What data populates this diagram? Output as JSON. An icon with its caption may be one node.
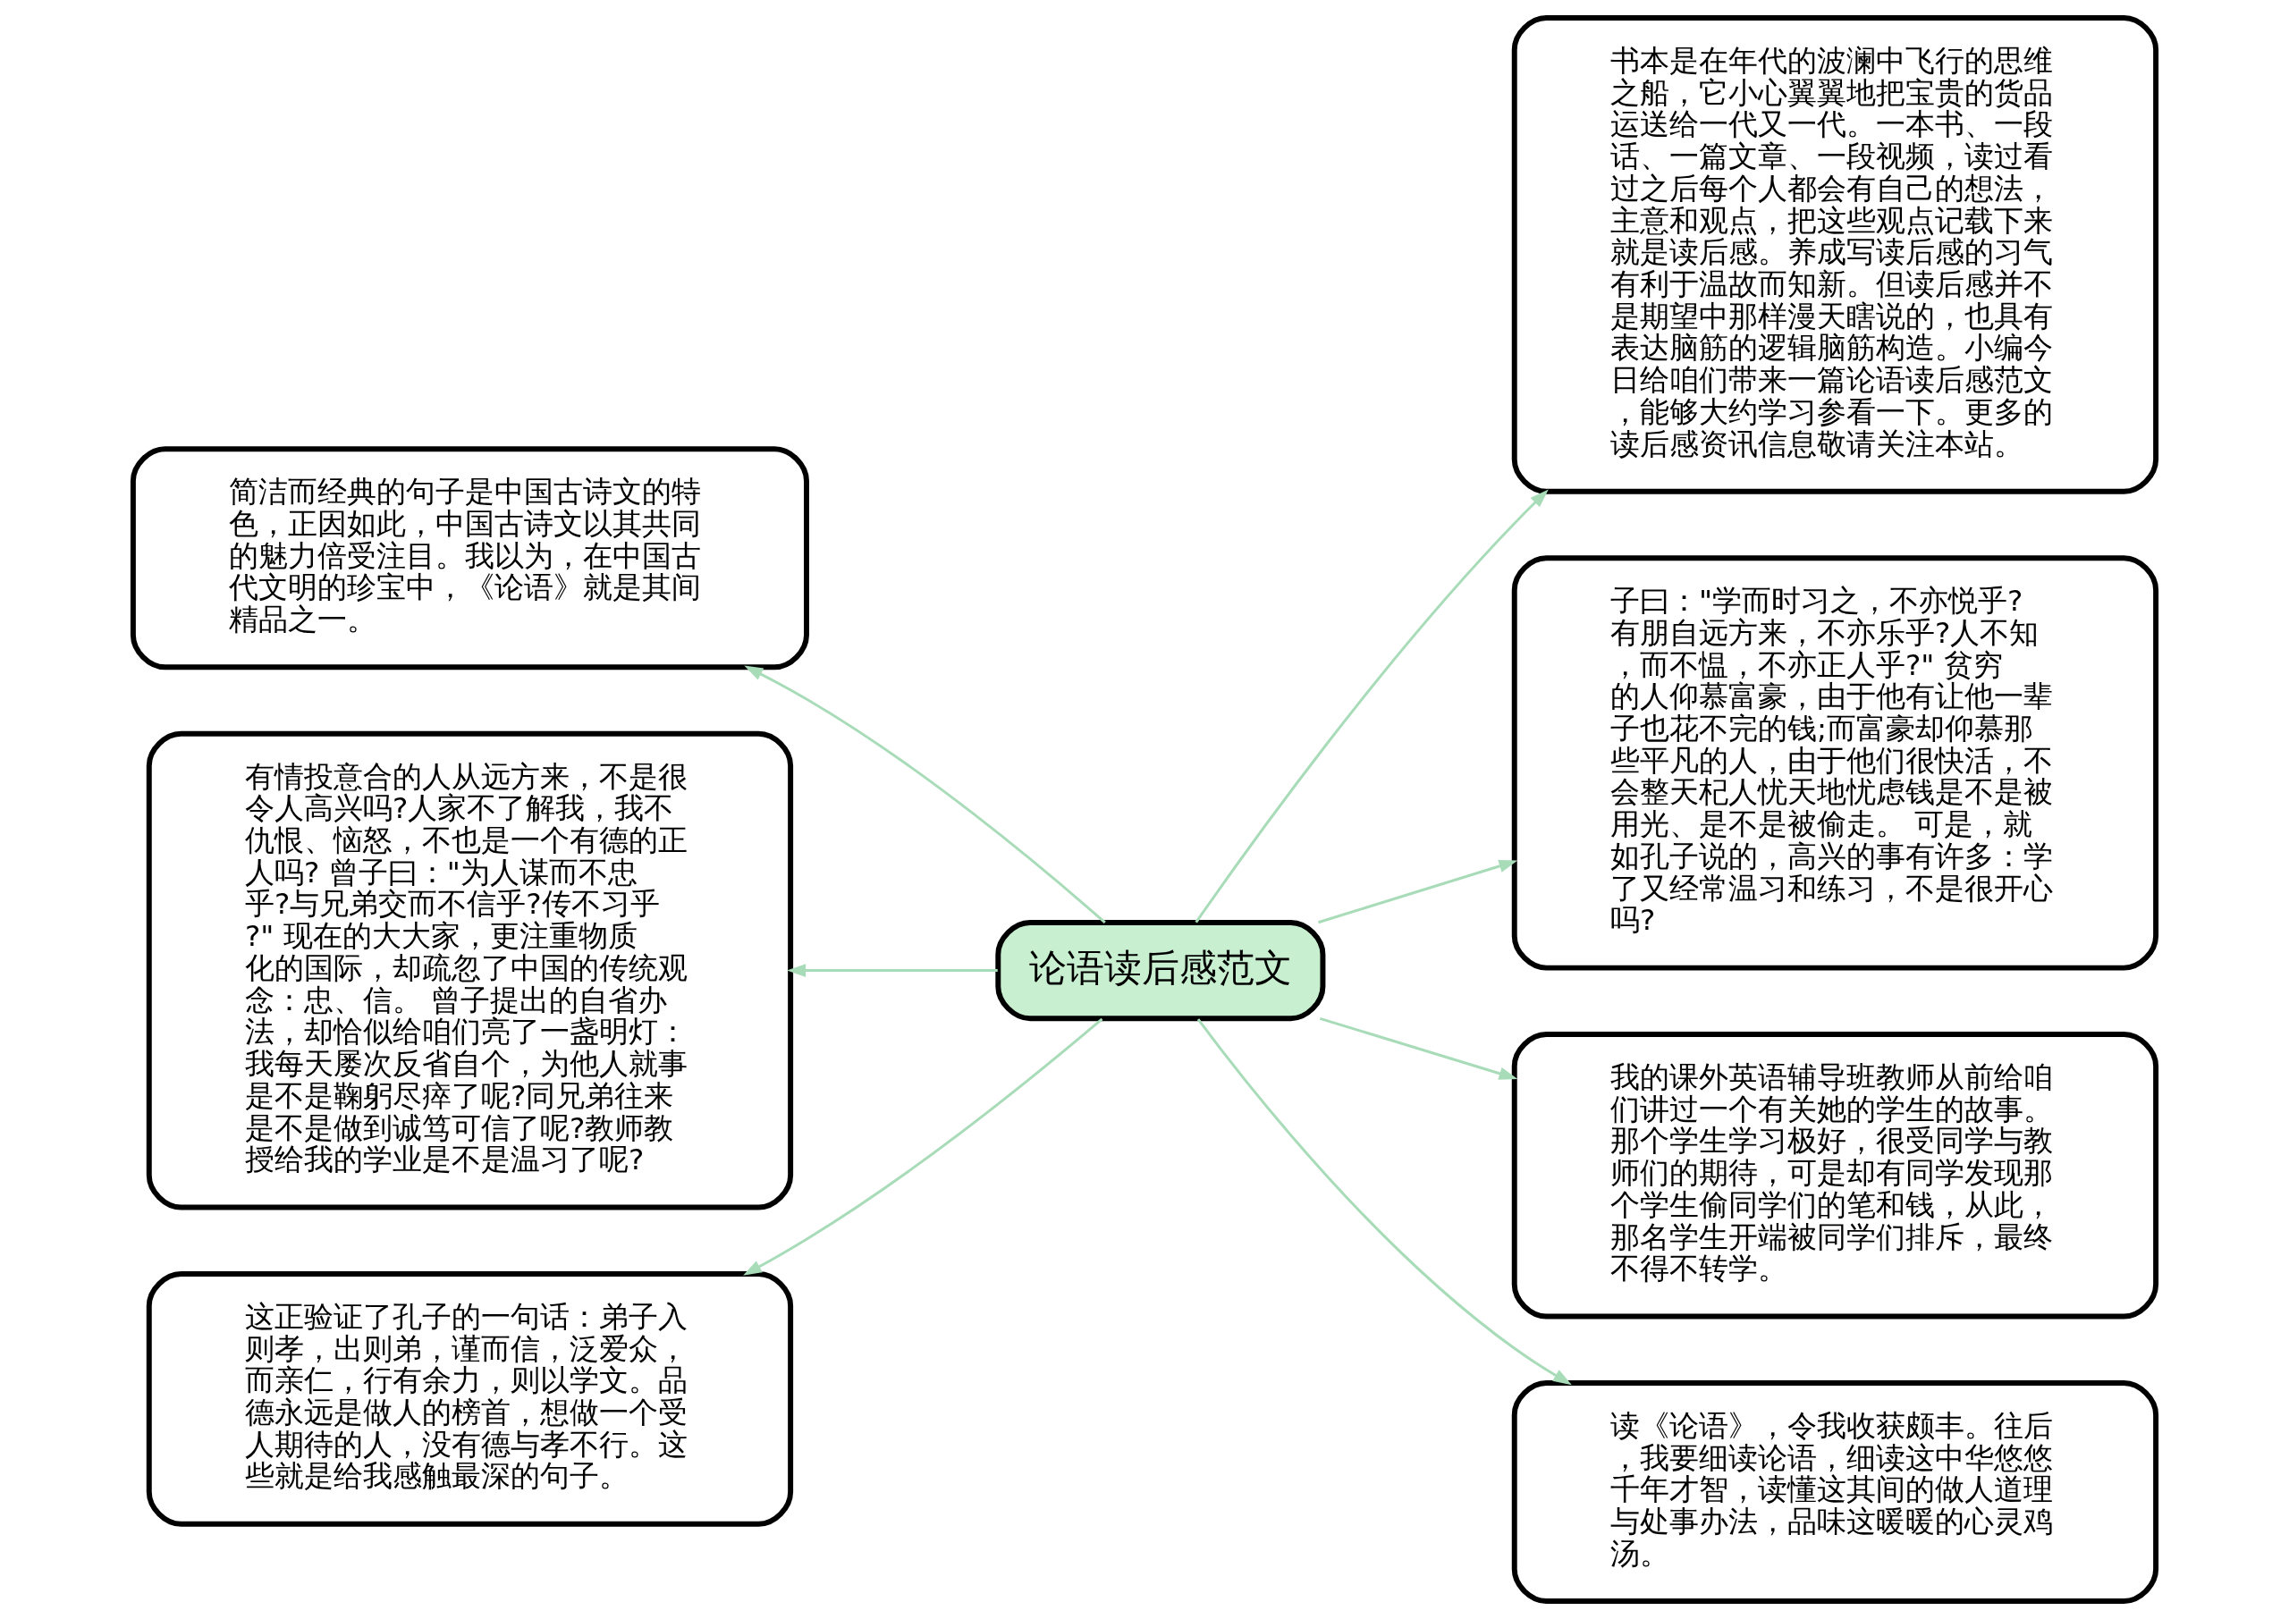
{
  "diagram": {
    "nodes": [
      {
        "text": [
          "论语读后感范文"
        ]
      },
      {
        "text": [
          "简洁而经典的句子是中国古诗文的特色，正因如此，中国古诗文以其共同的魅力倍受注目。我以为，在中国古代文明的珍宝中，《论语》就是其间精品之一。"
        ]
      },
      {
        "text": [
          "有情投意合的人从远方来，不是很令人高兴吗?人家不了解我，我不仇恨、恼怒，不也是一个有德的正人吗? 曾子曰：\"为人谋而不忠乎?与兄弟交而不信乎?传不习乎?\" 现在的大大家，更注重物质化的国际，却疏忽了中国的传统观念：忠、信。 曾子提出的自省办法，却恰似给咱们亮了一盏明灯：我每天屡次反省自个，为他人就事是不是鞠躬尽瘁了呢?同兄弟往来是不是做到诚笃可信了呢?教师教授给我的学业是不是温习了呢?"
        ]
      },
      {
        "text": [
          "这正验证了孔子的一句话：弟子入则孝，出则弟，谨而信，泛爱众，而亲仁，行有余力，则以学文。品德永远是做人的榜首，想做一个受人期待的人，没有德与孝不行。这些就是给我感触最深的句子。"
        ]
      },
      {
        "text": [
          "书本是在年代的波澜中飞行的思维之船，它小心翼翼地把宝贵的货品运送给一代又一代。一本书、一段话、一篇文章、一段视频，读过看过之后每个人都会有自己的想法，主意和观点，把这些观点记载下来就是读后感。养成写读后感的习气有利于温故而知新。但读后感并不是期望中那样漫天瞎说的，也具有表达脑筋的逻辑脑筋构造。小编今日给咱们带来一篇论语读后感范文，能够大约学习参看一下。更多的读后感资讯信息敬请关注本站。"
        ]
      },
      {
        "text": [
          "子曰：\"学而时习之，不亦悦乎?有朋自远方来，不亦乐乎?人不知，而不愠，不亦正人乎?\" 贫穷的人仰慕富豪，由于他有让他一辈子也花不完的钱;而富豪却仰慕那些平凡的人，由于他们很快活，不会整天杞人忧天地忧虑钱是不是被用光、是不是被偷走。 可是，就如孔子说的，高兴的事有许多：学了又经常温习和练习，不是很开心吗?"
        ]
      },
      {
        "text": [
          "我的课外英语辅导班教师从前给咱们讲过一个有关她的学生的故事。那个学生学习极好，很受同学与教师们的期待，可是却有同学发现那个学生偷同学们的笔和钱，从此，那名学生开端被同学们排斥，最终不得不转学。"
        ]
      },
      {
        "text": [
          "读《论语》，令我收获颇丰。往后，我要细读论语，细读这中华悠悠千年才智，读懂这其间的做人道理与处事办法，品味这暖暖的心灵鸡汤。"
        ]
      }
    ],
    "edges": [
      {
        "from": 0,
        "to": 1,
        "arrow": "to"
      },
      {
        "from": 0,
        "to": 2,
        "arrow": "to"
      },
      {
        "from": 0,
        "to": 3,
        "arrow": "to"
      },
      {
        "from": 0,
        "to": 4,
        "arrow": "to"
      },
      {
        "from": 0,
        "to": 5,
        "arrow": "to"
      },
      {
        "from": 0,
        "to": 6,
        "arrow": "to"
      },
      {
        "from": 0,
        "to": 7,
        "arrow": "to"
      }
    ]
  }
}
